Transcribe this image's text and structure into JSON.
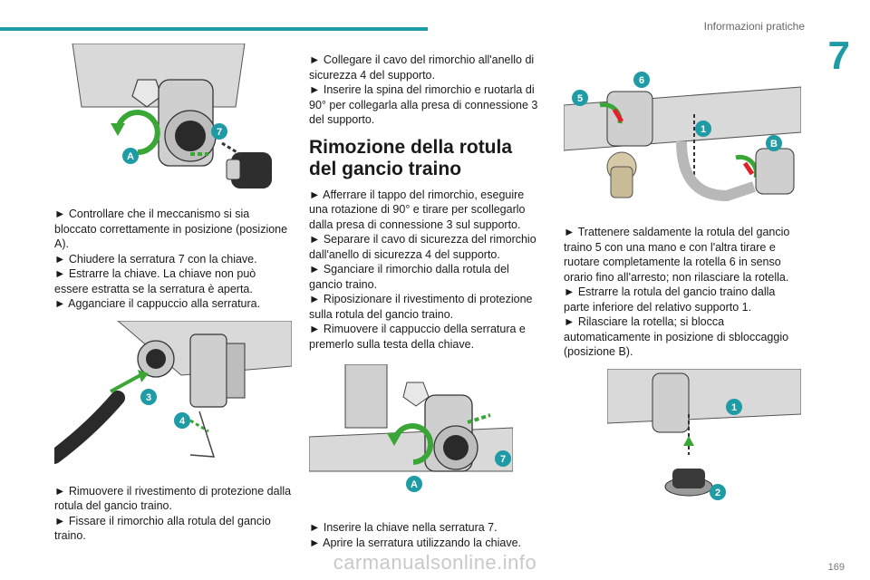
{
  "header": {
    "section": "Informazioni pratiche",
    "chapter": "7"
  },
  "col1": {
    "block1": [
      "► Controllare che il meccanismo si sia bloccato correttamente in posizione (posizione A).",
      "► Chiudere la serratura 7 con la chiave.",
      "► Estrarre la chiave. La chiave non può essere estratta se la serratura è aperta.",
      "► Agganciare il cappuccio alla serratura."
    ],
    "block2": [
      "► Rimuovere il rivestimento di protezione dalla rotula del gancio traino.",
      "► Fissare il rimorchio alla rotula del gancio traino."
    ]
  },
  "col2": {
    "block1": [
      "► Collegare il cavo del rimorchio all'anello di sicurezza 4 del supporto.",
      "► Inserire la spina del rimorchio e ruotarla di 90° per collegarla alla presa di connessione 3 del supporto."
    ],
    "heading": "Rimozione della rotula del gancio traino",
    "block2": [
      "► Afferrare il tappo del rimorchio, eseguire una rotazione di 90° e tirare per scollegarlo dalla presa di connessione 3 sul supporto.",
      "► Separare il cavo di sicurezza del rimorchio dall'anello di sicurezza 4 del supporto.",
      "► Sganciare il rimorchio dalla rotula del gancio traino.",
      "► Riposizionare il rivestimento di protezione sulla rotula del gancio traino.",
      "► Rimuovere il cappuccio della serratura e premerlo sulla testa della chiave."
    ],
    "block3": [
      "► Inserire la chiave nella serratura 7.",
      "► Aprire la serratura utilizzando la chiave."
    ]
  },
  "col3": {
    "block1": [
      "► Trattenere saldamente la rotula del gancio traino 5 con una mano e con l'altra tirare e ruotare completamente la rotella 6 in senso orario fino all'arresto; non rilasciare la rotella.",
      "► Estrarre la rotula del gancio traino dalla parte inferiore del relativo supporto 1.",
      "► Rilasciare la rotella; si blocca automaticamente in posizione di sbloccaggio (posizione B)."
    ]
  },
  "callouts": {
    "fig1": [
      "7",
      "A"
    ],
    "fig2": [
      "3",
      "4"
    ],
    "fig3": [
      "7",
      "A"
    ],
    "fig4": [
      "6",
      "5",
      "1",
      "B"
    ],
    "fig5": [
      "1",
      "2"
    ]
  },
  "footer": {
    "page_number": "169",
    "watermark": "carmanualsonline.info"
  },
  "colors": {
    "accent": "#1f9ba5",
    "callout": "#1f9ba5",
    "arrow_green": "#3aa636",
    "arrow_red": "#e0202a",
    "metal": "#c8c8c8"
  }
}
